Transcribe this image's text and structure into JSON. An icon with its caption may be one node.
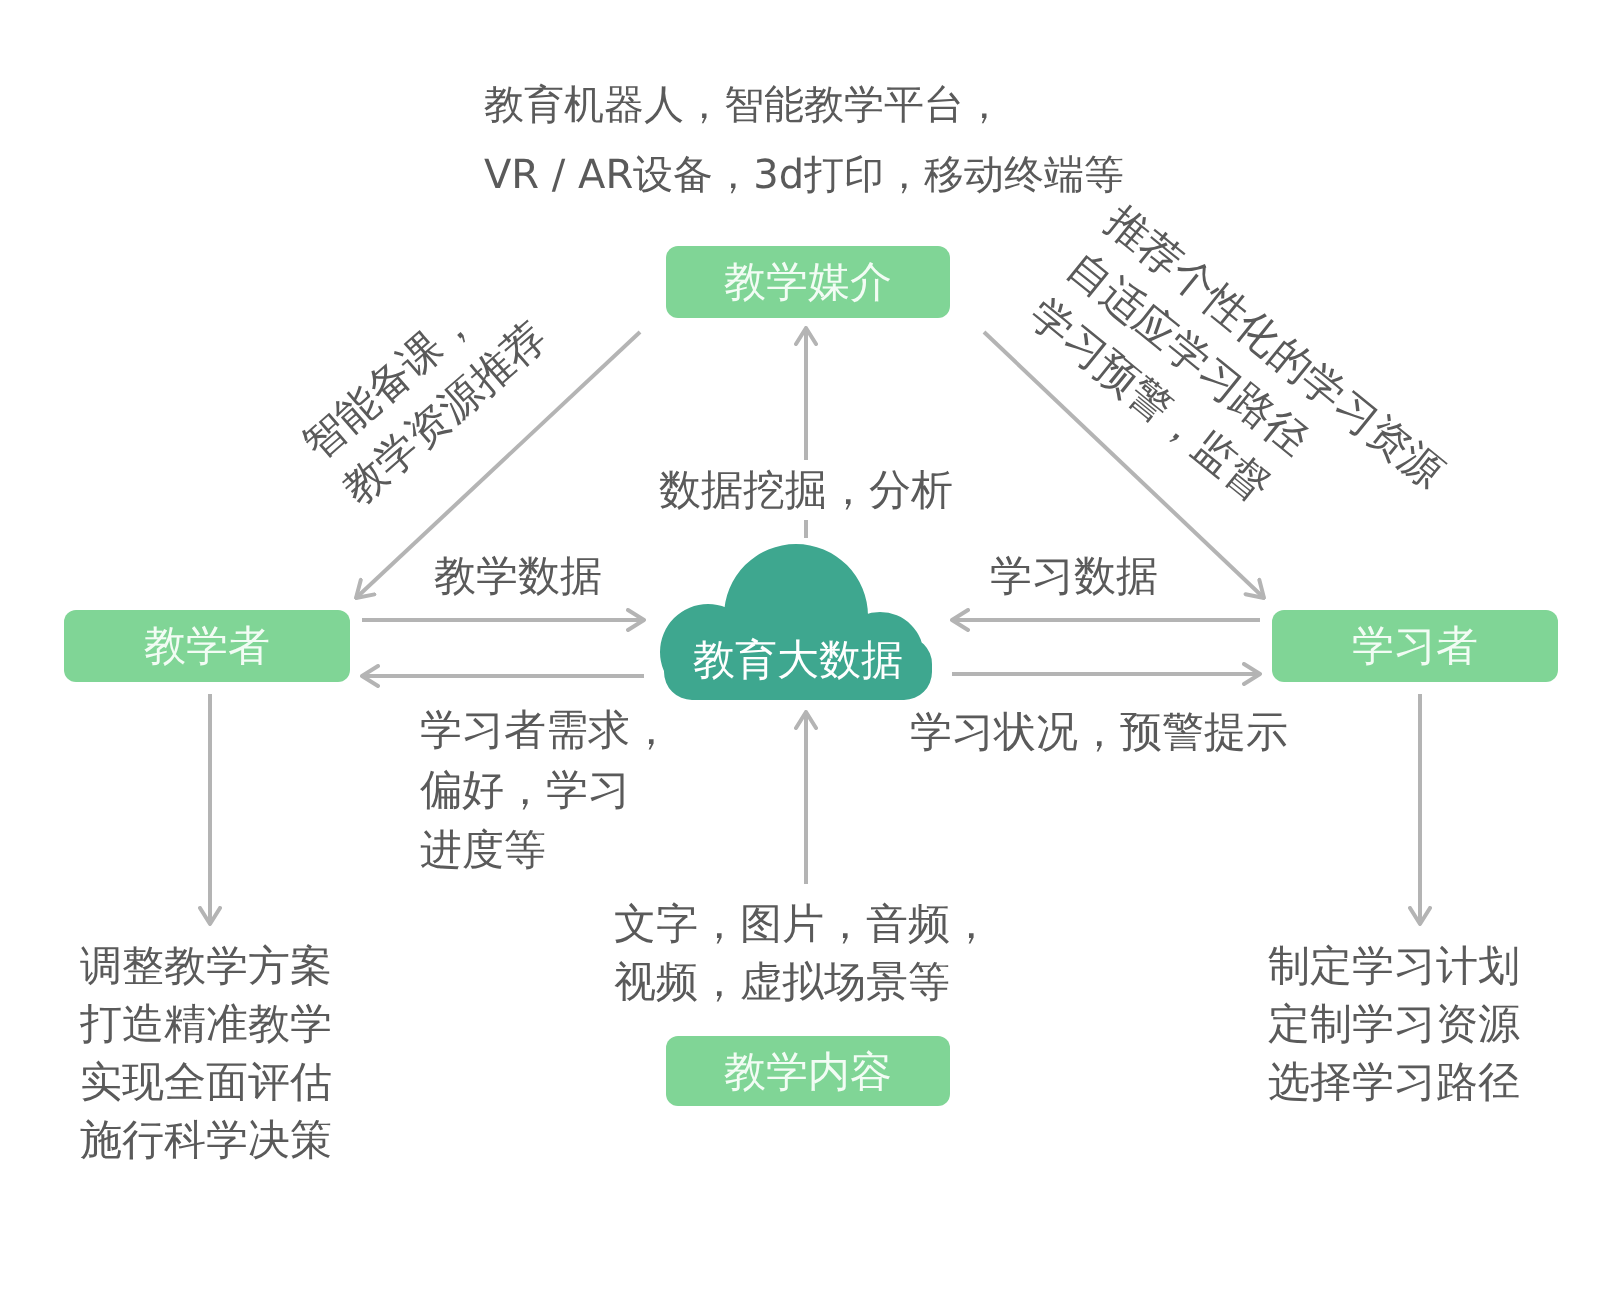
{
  "diagram": {
    "nodes": [
      {
        "text": [
          "教学媒介"
        ],
        "beside": [
          "教育机器人，智能教学平台，VR / AR设备，3d打印，移动终端等"
        ]
      },
      {
        "text": [
          "教学者"
        ]
      },
      {
        "text": [
          "教育大数据"
        ]
      },
      {
        "text": [
          "学习者"
        ]
      },
      {
        "text": [
          "教学内容"
        ],
        "beside": [
          "文字，图片，音频，视频，虚拟场景等"
        ]
      },
      {
        "text": [
          "调整教学方案",
          "打造精准教学",
          "实现全面评估",
          "施行科学决策"
        ]
      },
      {
        "text": [
          "制定学习计划",
          "定制学习资源",
          "选择学习路径"
        ]
      }
    ],
    "edges": [
      {
        "from": 0,
        "to": 1,
        "arrow": "to",
        "label": "智能备课，教学资源推荐"
      },
      {
        "from": 0,
        "to": 3,
        "arrow": "to",
        "label": "推荐个性化的学习资源自适应学习路径学习预警，监督"
      },
      {
        "from": 2,
        "to": 0,
        "arrow": "to",
        "label": "数据挖掘，分析"
      },
      {
        "from": 1,
        "to": 2,
        "arrow": "to",
        "label": "教学数据"
      },
      {
        "from": 2,
        "to": 1,
        "arrow": "to",
        "label": "学习者需求，偏好，学习进度等"
      },
      {
        "from": 3,
        "to": 2,
        "arrow": "to",
        "label": "学习数据"
      },
      {
        "from": 2,
        "to": 3,
        "arrow": "to",
        "label": "学习状况，预警提示"
      },
      {
        "from": 4,
        "to": 2,
        "arrow": "to"
      },
      {
        "from": 1,
        "to": 5,
        "arrow": "to"
      },
      {
        "from": 3,
        "to": 6,
        "arrow": "to"
      }
    ]
  }
}
